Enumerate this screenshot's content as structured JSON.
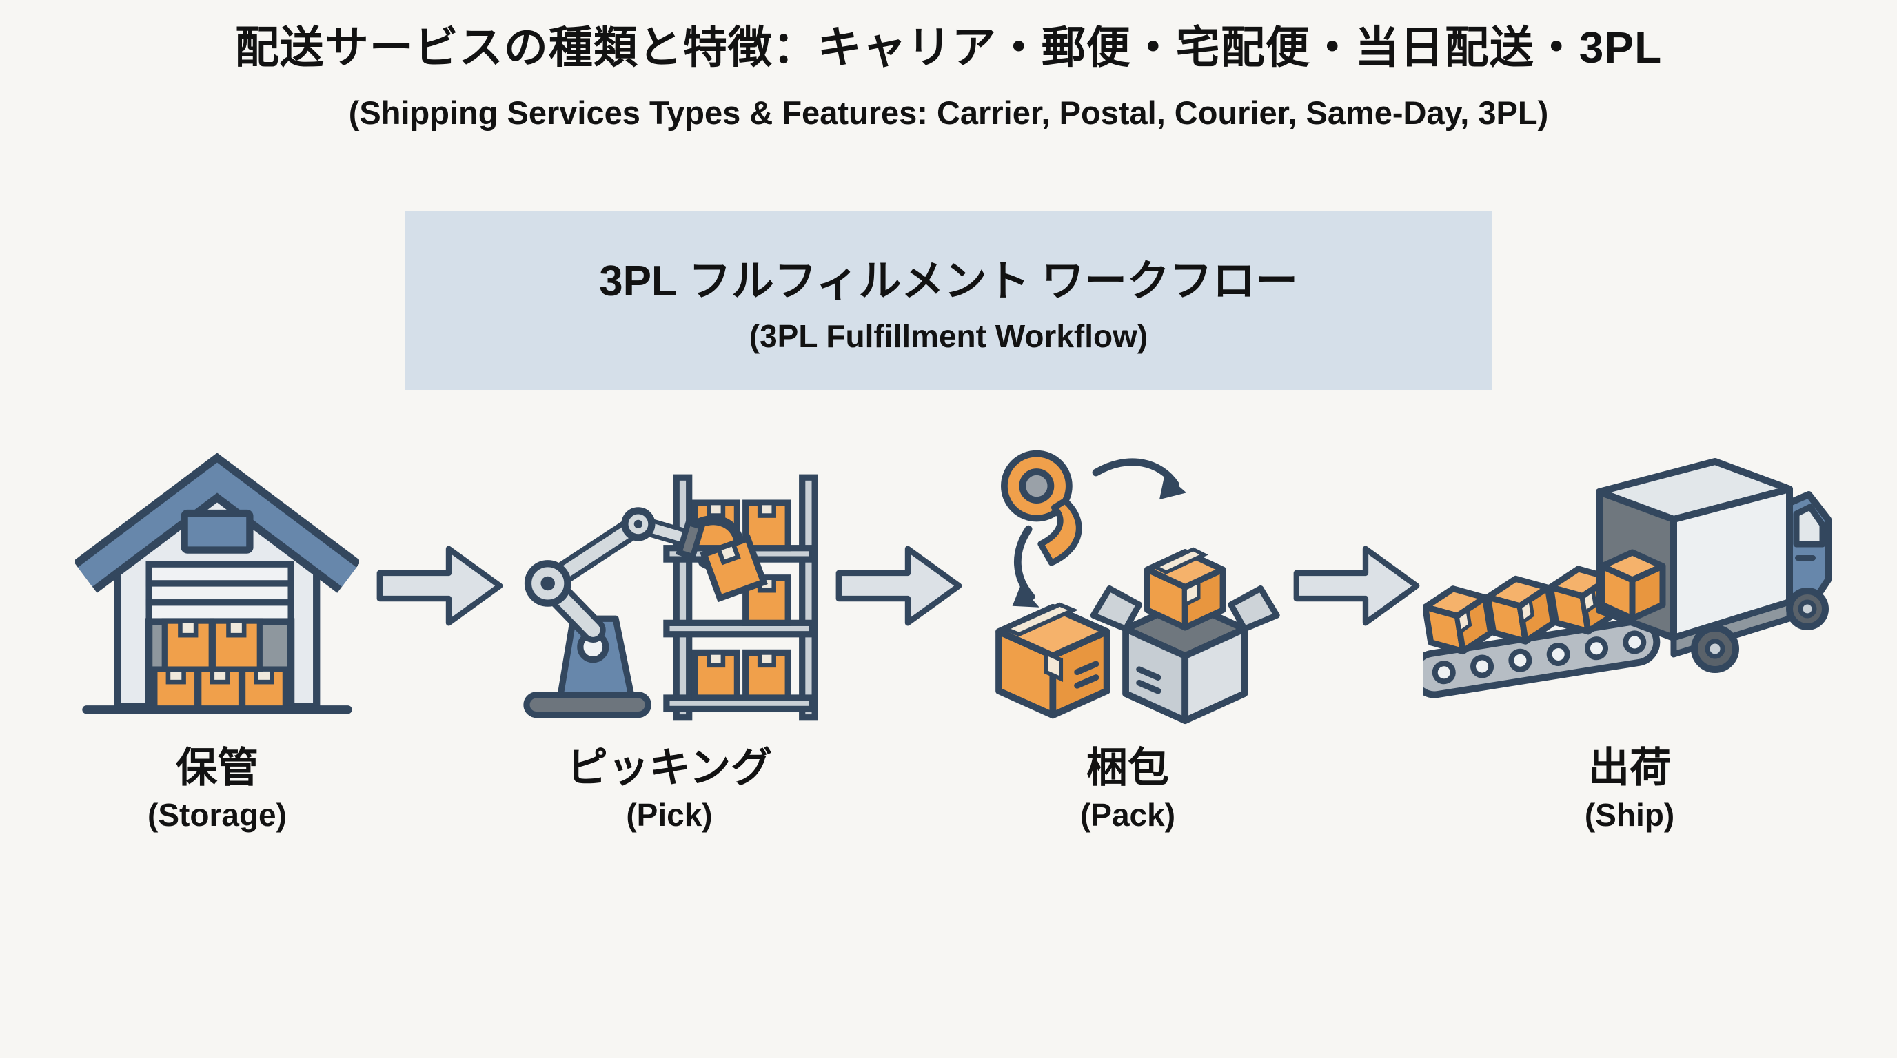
{
  "header": {
    "title_jp": "配送サービスの種類と特徴：キャリア・郵便・宅配便・当日配送・3PL",
    "title_en": "(Shipping Services Types & Features: Carrier, Postal, Courier, Same-Day, 3PL)"
  },
  "workflow_box": {
    "title_jp": "3PL フルフィルメント ワークフロー",
    "title_en": "(3PL Fulfillment Workflow)",
    "background_color": "#d5dfe9"
  },
  "steps": [
    {
      "icon": "warehouse-icon",
      "label_jp": "保管",
      "label_en": "(Storage)"
    },
    {
      "icon": "robot-arm-pick-icon",
      "label_jp": "ピッキング",
      "label_en": "(Pick)"
    },
    {
      "icon": "packing-boxes-icon",
      "label_jp": "梱包",
      "label_en": "(Pack)"
    },
    {
      "icon": "truck-loading-icon",
      "label_jp": "出荷",
      "label_en": "(Ship)"
    }
  ],
  "colors": {
    "background": "#f7f6f3",
    "outline_navy": "#33475e",
    "box_orange": "#f0a04b",
    "slate_blue": "#6787ab",
    "arrow_fill": "#dce1e6",
    "text": "#121212"
  }
}
